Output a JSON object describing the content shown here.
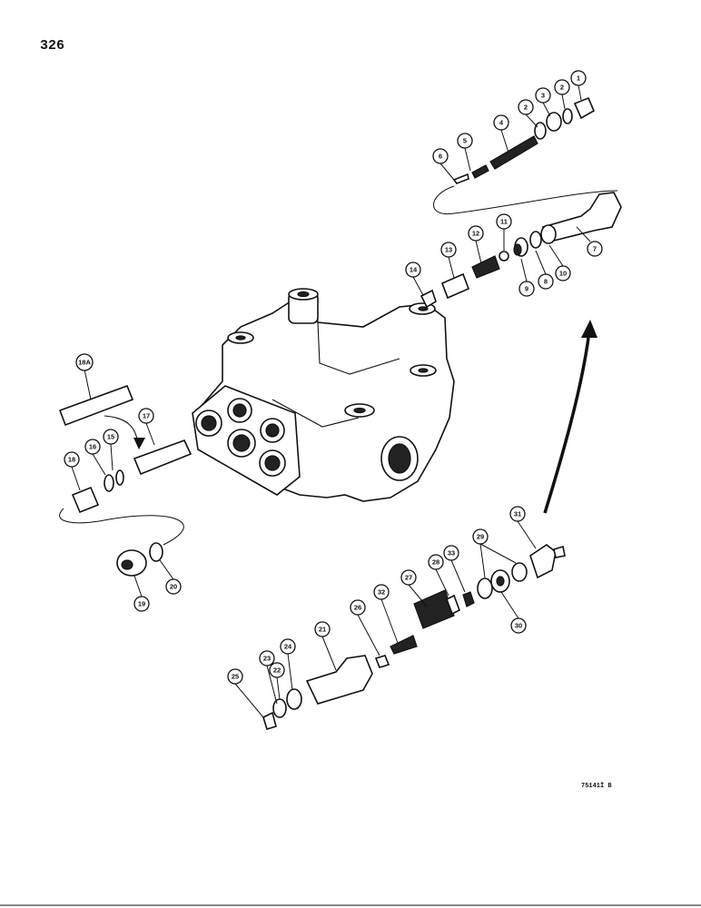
{
  "page": {
    "number": "326",
    "reference": "75141İ B"
  },
  "callouts": [
    {
      "id": "c1",
      "label": "1"
    },
    {
      "id": "c2a",
      "label": "2"
    },
    {
      "id": "c3",
      "label": "3"
    },
    {
      "id": "c2b",
      "label": "2"
    },
    {
      "id": "c4",
      "label": "4"
    },
    {
      "id": "c5",
      "label": "5"
    },
    {
      "id": "c6",
      "label": "6"
    },
    {
      "id": "c7",
      "label": "7"
    },
    {
      "id": "c8",
      "label": "8"
    },
    {
      "id": "c9",
      "label": "9"
    },
    {
      "id": "c10",
      "label": "10"
    },
    {
      "id": "c11",
      "label": "11"
    },
    {
      "id": "c12",
      "label": "12"
    },
    {
      "id": "c13",
      "label": "13"
    },
    {
      "id": "c14",
      "label": "14"
    },
    {
      "id": "c15",
      "label": "15"
    },
    {
      "id": "c16",
      "label": "16"
    },
    {
      "id": "c17",
      "label": "17"
    },
    {
      "id": "c18",
      "label": "18"
    },
    {
      "id": "c18a",
      "label": "18A"
    },
    {
      "id": "c19",
      "label": "19"
    },
    {
      "id": "c20",
      "label": "20"
    },
    {
      "id": "c21",
      "label": "21"
    },
    {
      "id": "c22",
      "label": "22"
    },
    {
      "id": "c23",
      "label": "23"
    },
    {
      "id": "c24",
      "label": "24"
    },
    {
      "id": "c25",
      "label": "25"
    },
    {
      "id": "c26",
      "label": "26"
    },
    {
      "id": "c27",
      "label": "27"
    },
    {
      "id": "c28",
      "label": "28"
    },
    {
      "id": "c29",
      "label": "29"
    },
    {
      "id": "c30",
      "label": "30"
    },
    {
      "id": "c31",
      "label": "31"
    },
    {
      "id": "c32",
      "label": "32"
    },
    {
      "id": "c33",
      "label": "33"
    }
  ]
}
